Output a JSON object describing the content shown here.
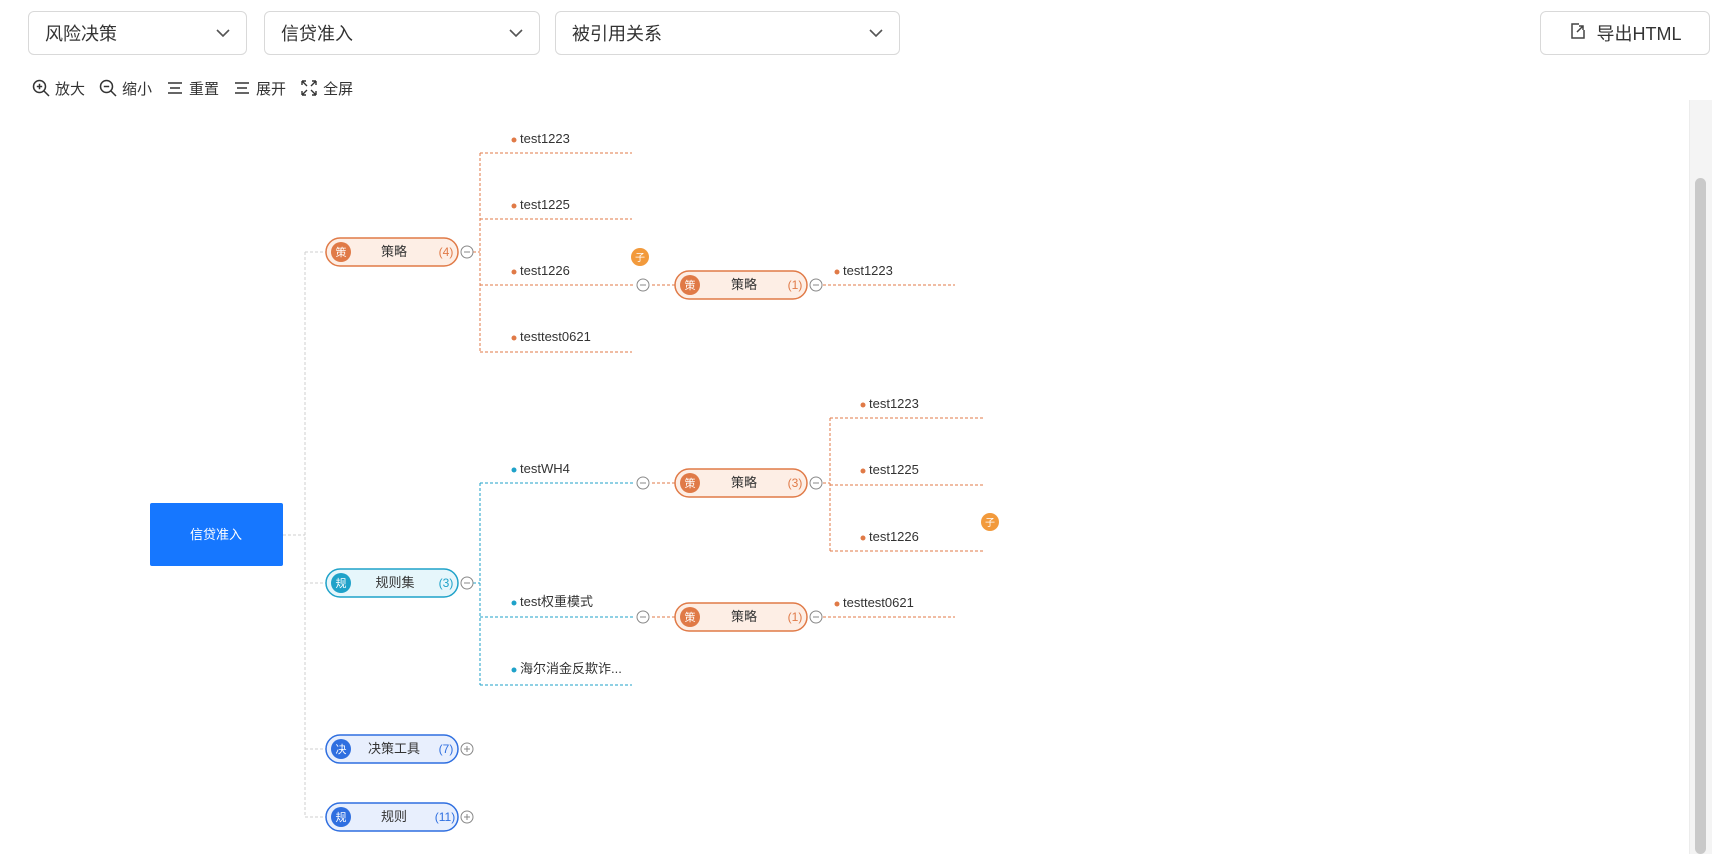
{
  "filters": {
    "category": "风险决策",
    "scene": "信贷准入",
    "relation": "被引用关系"
  },
  "export_label": "导出HTML",
  "toolbar": {
    "zoom_in": "放大",
    "zoom_out": "缩小",
    "reset": "重置",
    "expand": "展开",
    "fullscreen": "全屏"
  },
  "tree": {
    "root": "信贷准入",
    "child_badge": "子",
    "nodes": {
      "strategy_group": {
        "badge": "策",
        "label": "策略",
        "count": "(4)"
      },
      "ruleset_group": {
        "badge": "规",
        "label": "规则集",
        "count": "(3)"
      },
      "decision_tool_group": {
        "badge": "决",
        "label": "决策工具",
        "count": "(7)"
      },
      "rule_group": {
        "badge": "规",
        "label": "规则",
        "count": "(11)"
      },
      "sub_strategy_a": {
        "badge": "策",
        "label": "策略",
        "count": "(1)"
      },
      "sub_strategy_b": {
        "badge": "策",
        "label": "策略",
        "count": "(3)"
      },
      "sub_strategy_c": {
        "badge": "策",
        "label": "策略",
        "count": "(1)"
      }
    },
    "strategy_items": [
      "test1223",
      "test1225",
      "test1226",
      "testtest0621"
    ],
    "sub_strategy_a_items": [
      "test1223"
    ],
    "ruleset_items": [
      "testWH4",
      "test权重模式",
      "海尔消金反欺诈..."
    ],
    "sub_strategy_b_items": [
      "test1223",
      "test1225",
      "test1226"
    ],
    "sub_strategy_c_items": [
      "testtest0621"
    ]
  },
  "colors": {
    "primary": "#1677ff",
    "strategy": "#e07a47",
    "strategy_fill": "#fdeee5",
    "ruleset": "#1fa2c9",
    "ruleset_fill": "#e6f6fb",
    "decision": "#2f6fe0",
    "decision_fill": "#e8effd",
    "child_badge": "#f29a3c"
  },
  "icons": {
    "chevron": "chevron-down-icon",
    "export": "export-icon",
    "zoom_in": "zoom-in-icon",
    "zoom_out": "zoom-out-icon",
    "reset": "reset-icon",
    "expand": "expand-icon",
    "fullscreen": "fullscreen-icon",
    "collapse": "collapse-icon",
    "expand_node": "expand-node-icon"
  }
}
